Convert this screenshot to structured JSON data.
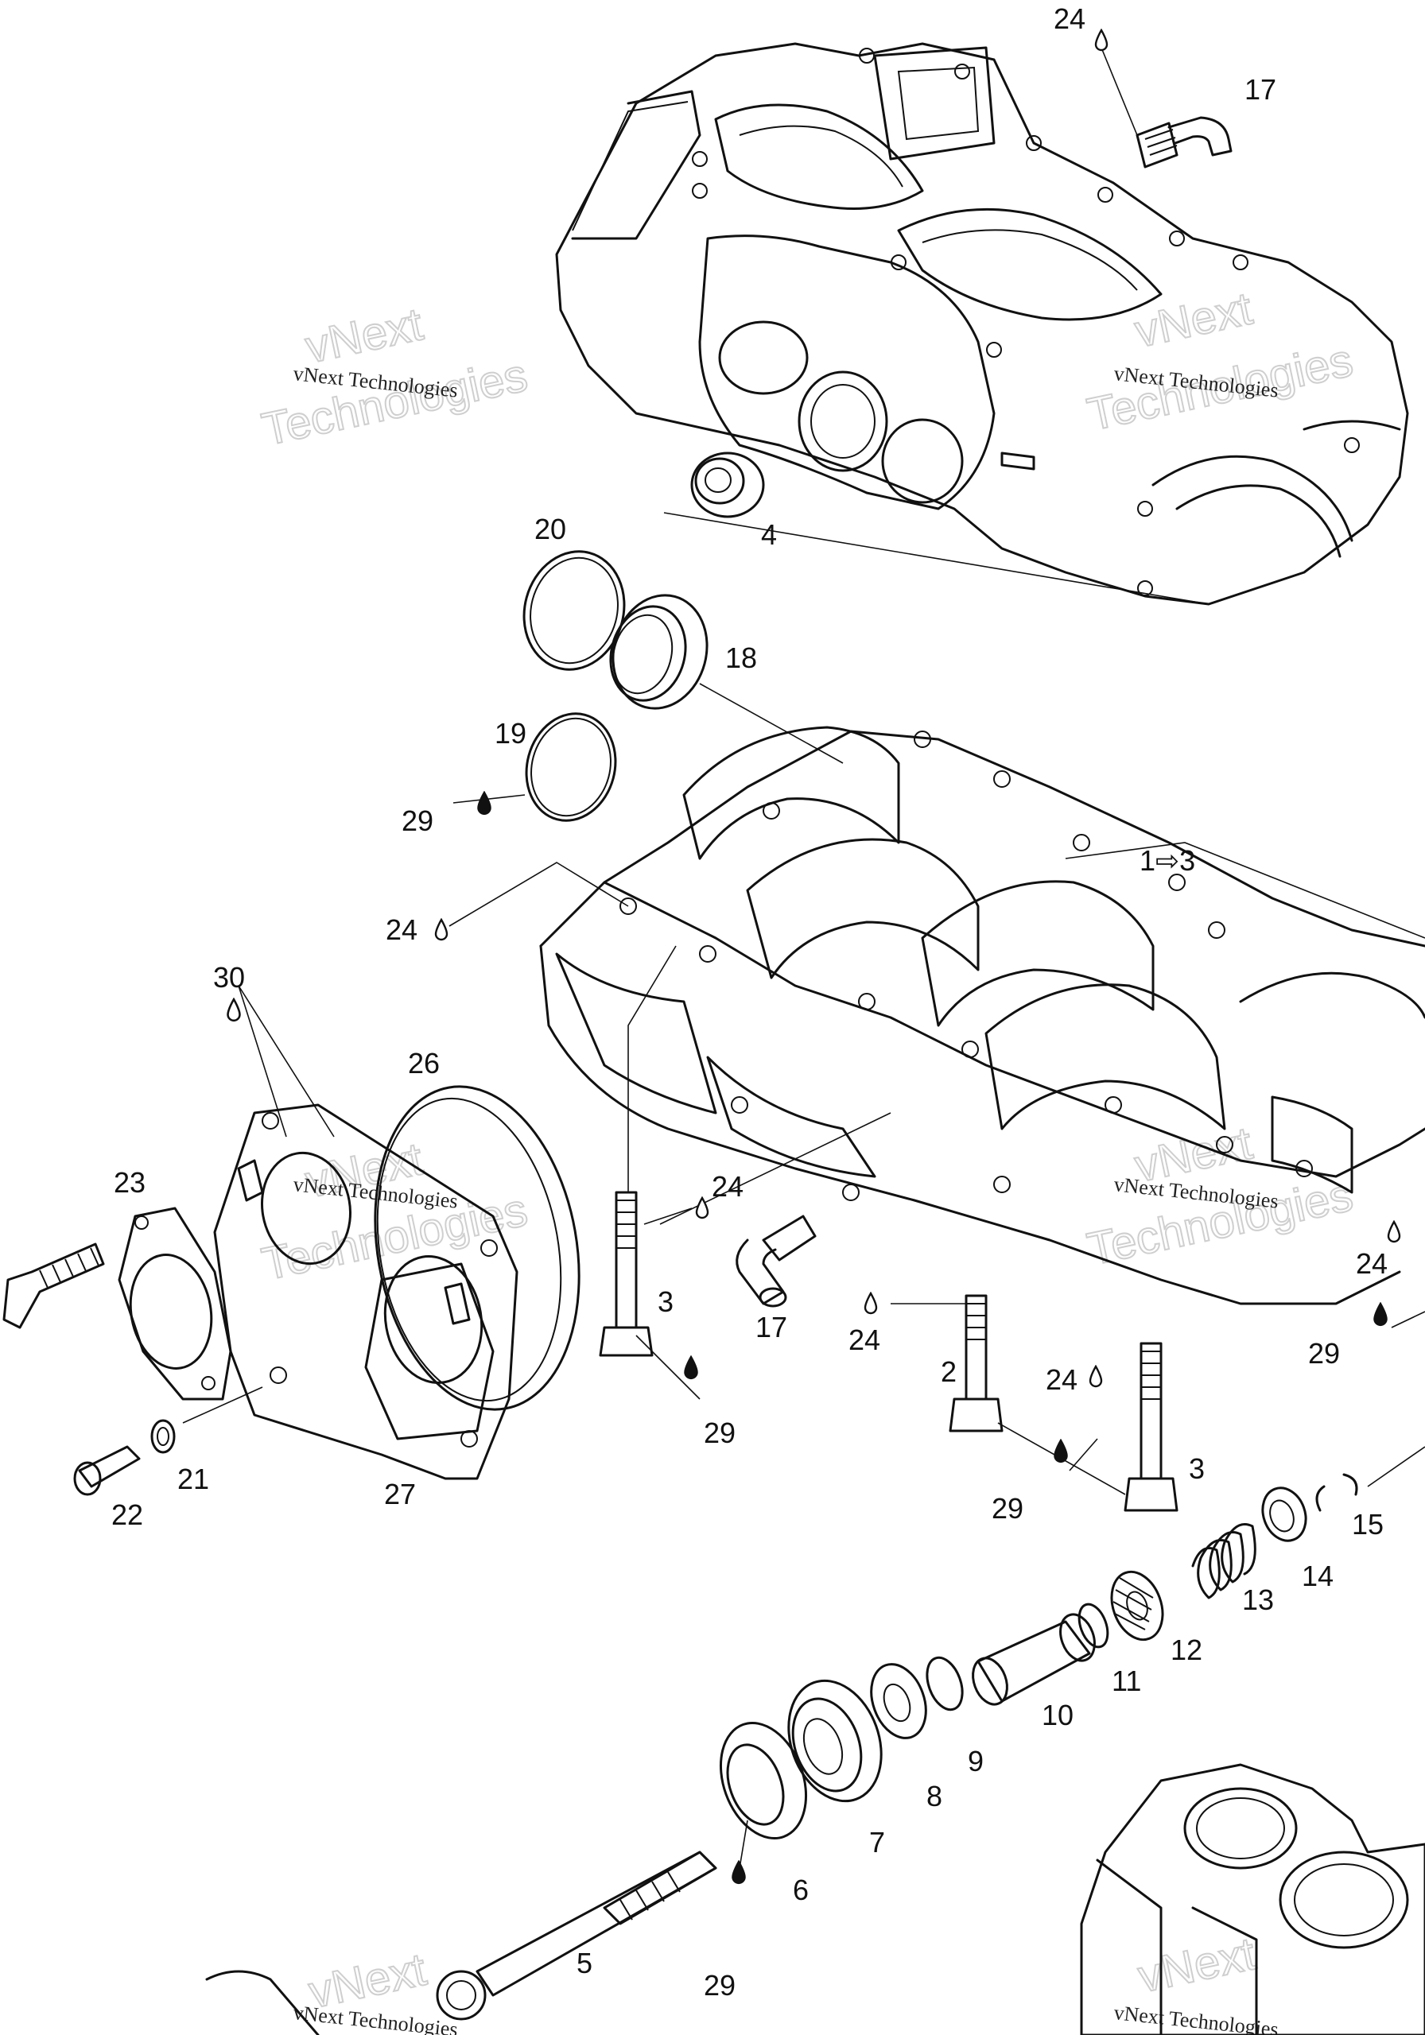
{
  "watermark": {
    "line1": "vNext Technologies",
    "big1": "vNext",
    "big2": "Technologies"
  },
  "callouts": {
    "c1to3": "1⇨3",
    "c2": "2",
    "c3": "3",
    "c4": "4",
    "c5": "5",
    "c6": "6",
    "c7": "7",
    "c8": "8",
    "c9": "9",
    "c10": "10",
    "c11": "11",
    "c12": "12",
    "c13": "13",
    "c14": "14",
    "c15": "15",
    "c17": "17",
    "c18": "18",
    "c19": "19",
    "c20": "20",
    "c21": "21",
    "c22": "22",
    "c23": "23",
    "c24": "24",
    "c26": "26",
    "c27": "27",
    "c29": "29",
    "c30": "30"
  },
  "symbols": {
    "lubricant": "drop-outline-icon",
    "sealant": "drop-filled-icon"
  }
}
